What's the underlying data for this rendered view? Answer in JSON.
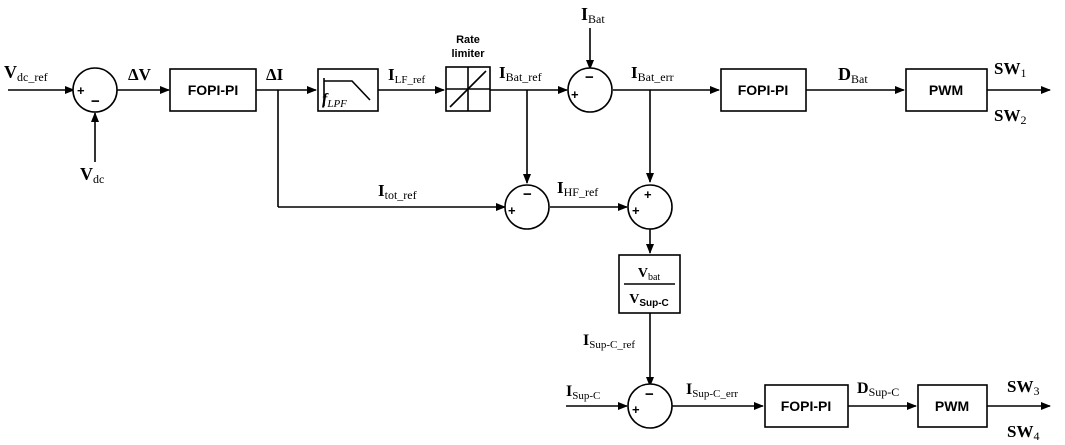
{
  "blocks": {
    "fopi_pi_1": "FOPI-PI",
    "fopi_pi_2": "FOPI-PI",
    "fopi_pi_3": "FOPI-PI",
    "pwm_1": "PWM",
    "pwm_2": "PWM",
    "rate_limiter_line1": "Rate",
    "rate_limiter_line2": "limiter",
    "lpf_main": "f",
    "lpf_sub": "LPF",
    "ratio_num_main": "V",
    "ratio_num_sub": "bat",
    "ratio_den_main": "V",
    "ratio_den_sub": "Sup-C"
  },
  "signals": {
    "vdc_ref": {
      "main": "V",
      "sub": "dc_ref"
    },
    "vdc": {
      "main": "V",
      "sub": "dc"
    },
    "delta_v": {
      "main": "ΔV"
    },
    "delta_i": {
      "main": "ΔI"
    },
    "ilf_ref": {
      "main": "I",
      "sub": "LF_ref"
    },
    "ibat": {
      "main": "I",
      "sub": "Bat"
    },
    "ibat_ref": {
      "main": "I",
      "sub": "Bat_ref"
    },
    "ibat_err": {
      "main": "I",
      "sub": "Bat_err"
    },
    "dbat": {
      "main": "D",
      "sub": "Bat"
    },
    "sw1": {
      "main": "SW",
      "sub": "1"
    },
    "sw2": {
      "main": "SW",
      "sub": "2"
    },
    "itot_ref": {
      "main": "I",
      "sub": "tot_ref"
    },
    "ihf_ref": {
      "main": "I",
      "sub": "HF_ref"
    },
    "isupc_ref": {
      "main": "I",
      "sub": "Sup-C_ref"
    },
    "isupc": {
      "main": "I",
      "sub": "Sup-C"
    },
    "isupc_err": {
      "main": "I",
      "sub": "Sup-C_err"
    },
    "dsupc": {
      "main": "D",
      "sub": "Sup-C"
    },
    "sw3": {
      "main": "SW",
      "sub": "3"
    },
    "sw4": {
      "main": "SW",
      "sub": "4"
    }
  },
  "signs": {
    "plus": "+",
    "minus": "−"
  }
}
